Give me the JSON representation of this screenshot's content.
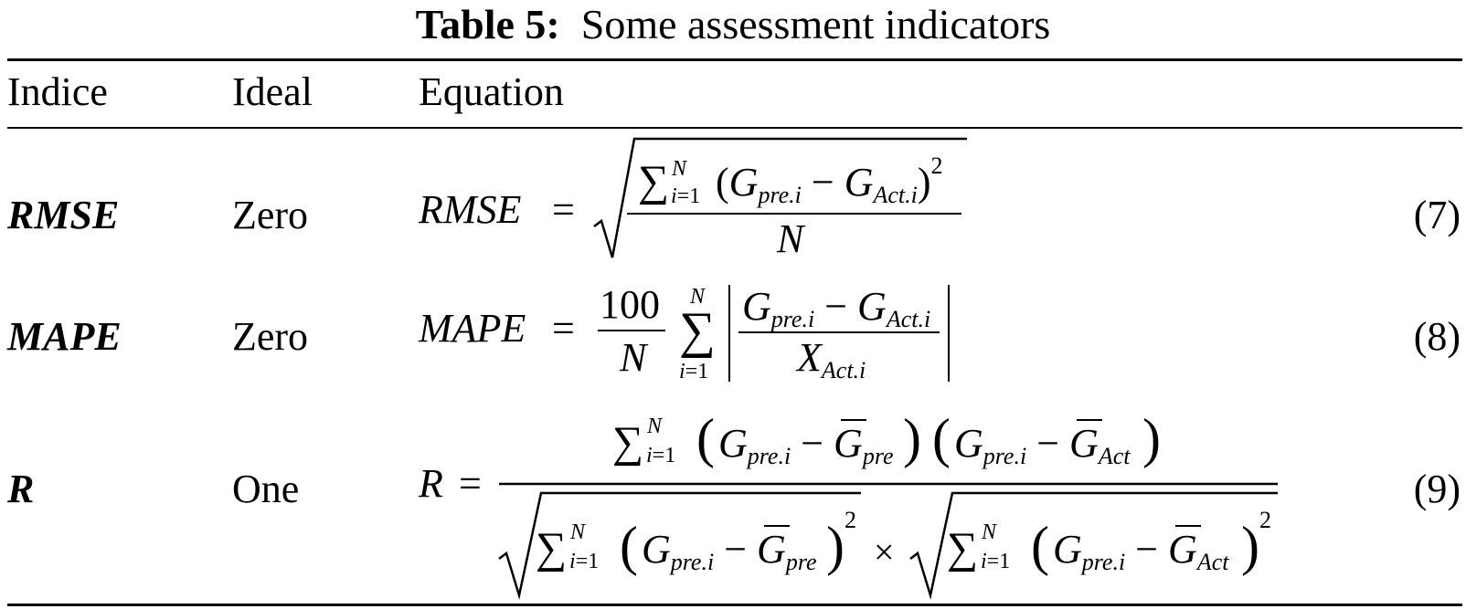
{
  "table": {
    "label": "Table 5:",
    "title": "Some assessment indicators",
    "columns": [
      "Indice",
      "Ideal",
      "Equation"
    ],
    "rows": [
      {
        "indice": "RMSE",
        "ideal": "Zero",
        "eq_lhs": "RMSE",
        "eq_num": "(7)"
      },
      {
        "indice": "MAPE",
        "ideal": "Zero",
        "eq_lhs": "MAPE",
        "eq_num": "(8)",
        "eq_coef_num": "100",
        "eq_coef_den": "N"
      },
      {
        "indice": "R",
        "ideal": "One",
        "eq_lhs": "R",
        "eq_num": "(9)"
      }
    ]
  }
}
